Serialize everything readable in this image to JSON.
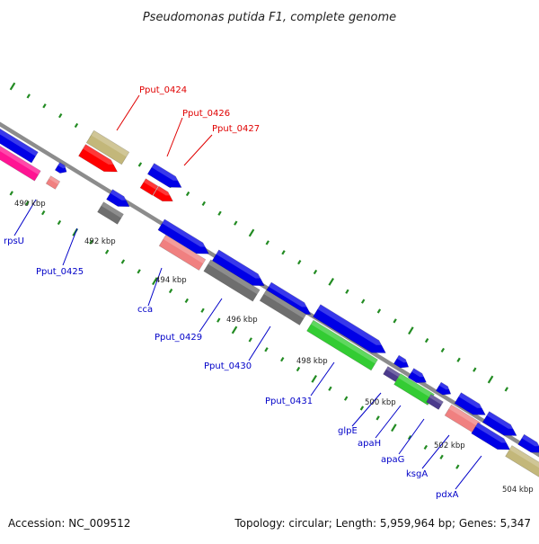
{
  "title": "Pseudomonas putida F1, complete genome",
  "accession": "Accession: NC_009512",
  "topology": "Topology: circular; Length: 5,959,964 bp; Genes: 5,347",
  "colors": {
    "blue": "#0000e6",
    "red": "#ff0000",
    "magenta": "#ff1493",
    "pink": "#f08080",
    "khaki": "#c3b77a",
    "gray": "#6e6e6e",
    "green": "#33cc33",
    "purple": "#4b3a8c",
    "backbone": "#8c8c8c",
    "tick": "#228b22",
    "label_blue": "#0000c8",
    "label_red": "#e00000"
  },
  "kbp_labels": [
    "490 kbp",
    "492 kbp",
    "494 kbp",
    "496 kbp",
    "498 kbp",
    "500 kbp",
    "502 kbp",
    "504 kbp"
  ],
  "gene_labels": {
    "pput_0424": "Pput_0424",
    "pput_0426": "Pput_0426",
    "pput_0427": "Pput_0427",
    "rpsu": "rpsU",
    "pput_0425": "Pput_0425",
    "cca": "cca",
    "pput_0429": "Pput_0429",
    "pput_0430": "Pput_0430",
    "pput_0431": "Pput_0431",
    "glpe": "glpE",
    "apah": "apaH",
    "apag": "apaG",
    "ksga": "ksgA",
    "pdxa": "pdxA"
  }
}
